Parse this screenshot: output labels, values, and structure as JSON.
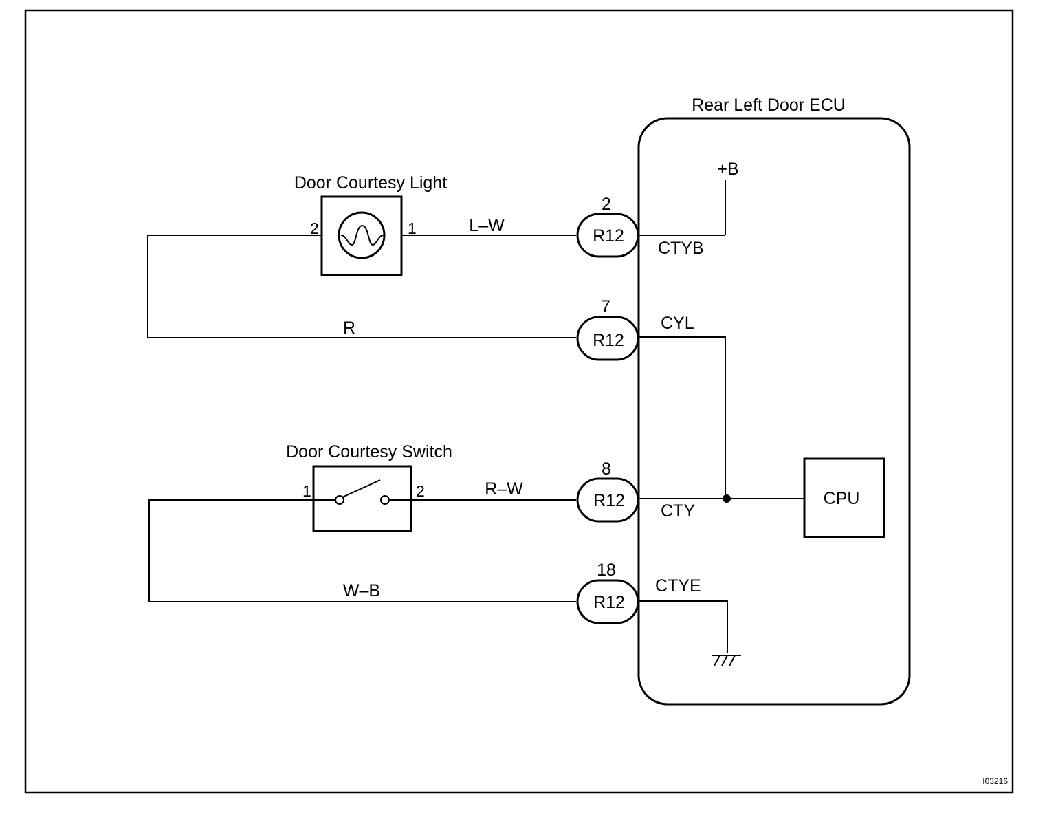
{
  "ecu": {
    "title": "Rear Left Door ECU",
    "b_plus": "+B",
    "cpu": "CPU"
  },
  "light": {
    "title": "Door Courtesy Light",
    "pin_left": "2",
    "pin_right": "1"
  },
  "switch": {
    "title": "Door Courtesy Switch",
    "pin_left": "1",
    "pin_right": "2"
  },
  "connectors": [
    {
      "pin": "2",
      "code": "R12",
      "wire": "L–W",
      "terminal": "CTYB"
    },
    {
      "pin": "7",
      "code": "R12",
      "wire": "R",
      "terminal": "CYL"
    },
    {
      "pin": "8",
      "code": "R12",
      "wire": "R–W",
      "terminal": "CTY"
    },
    {
      "pin": "18",
      "code": "R12",
      "wire": "W–B",
      "terminal": "CTYE"
    }
  ],
  "figure_id": "I03216"
}
